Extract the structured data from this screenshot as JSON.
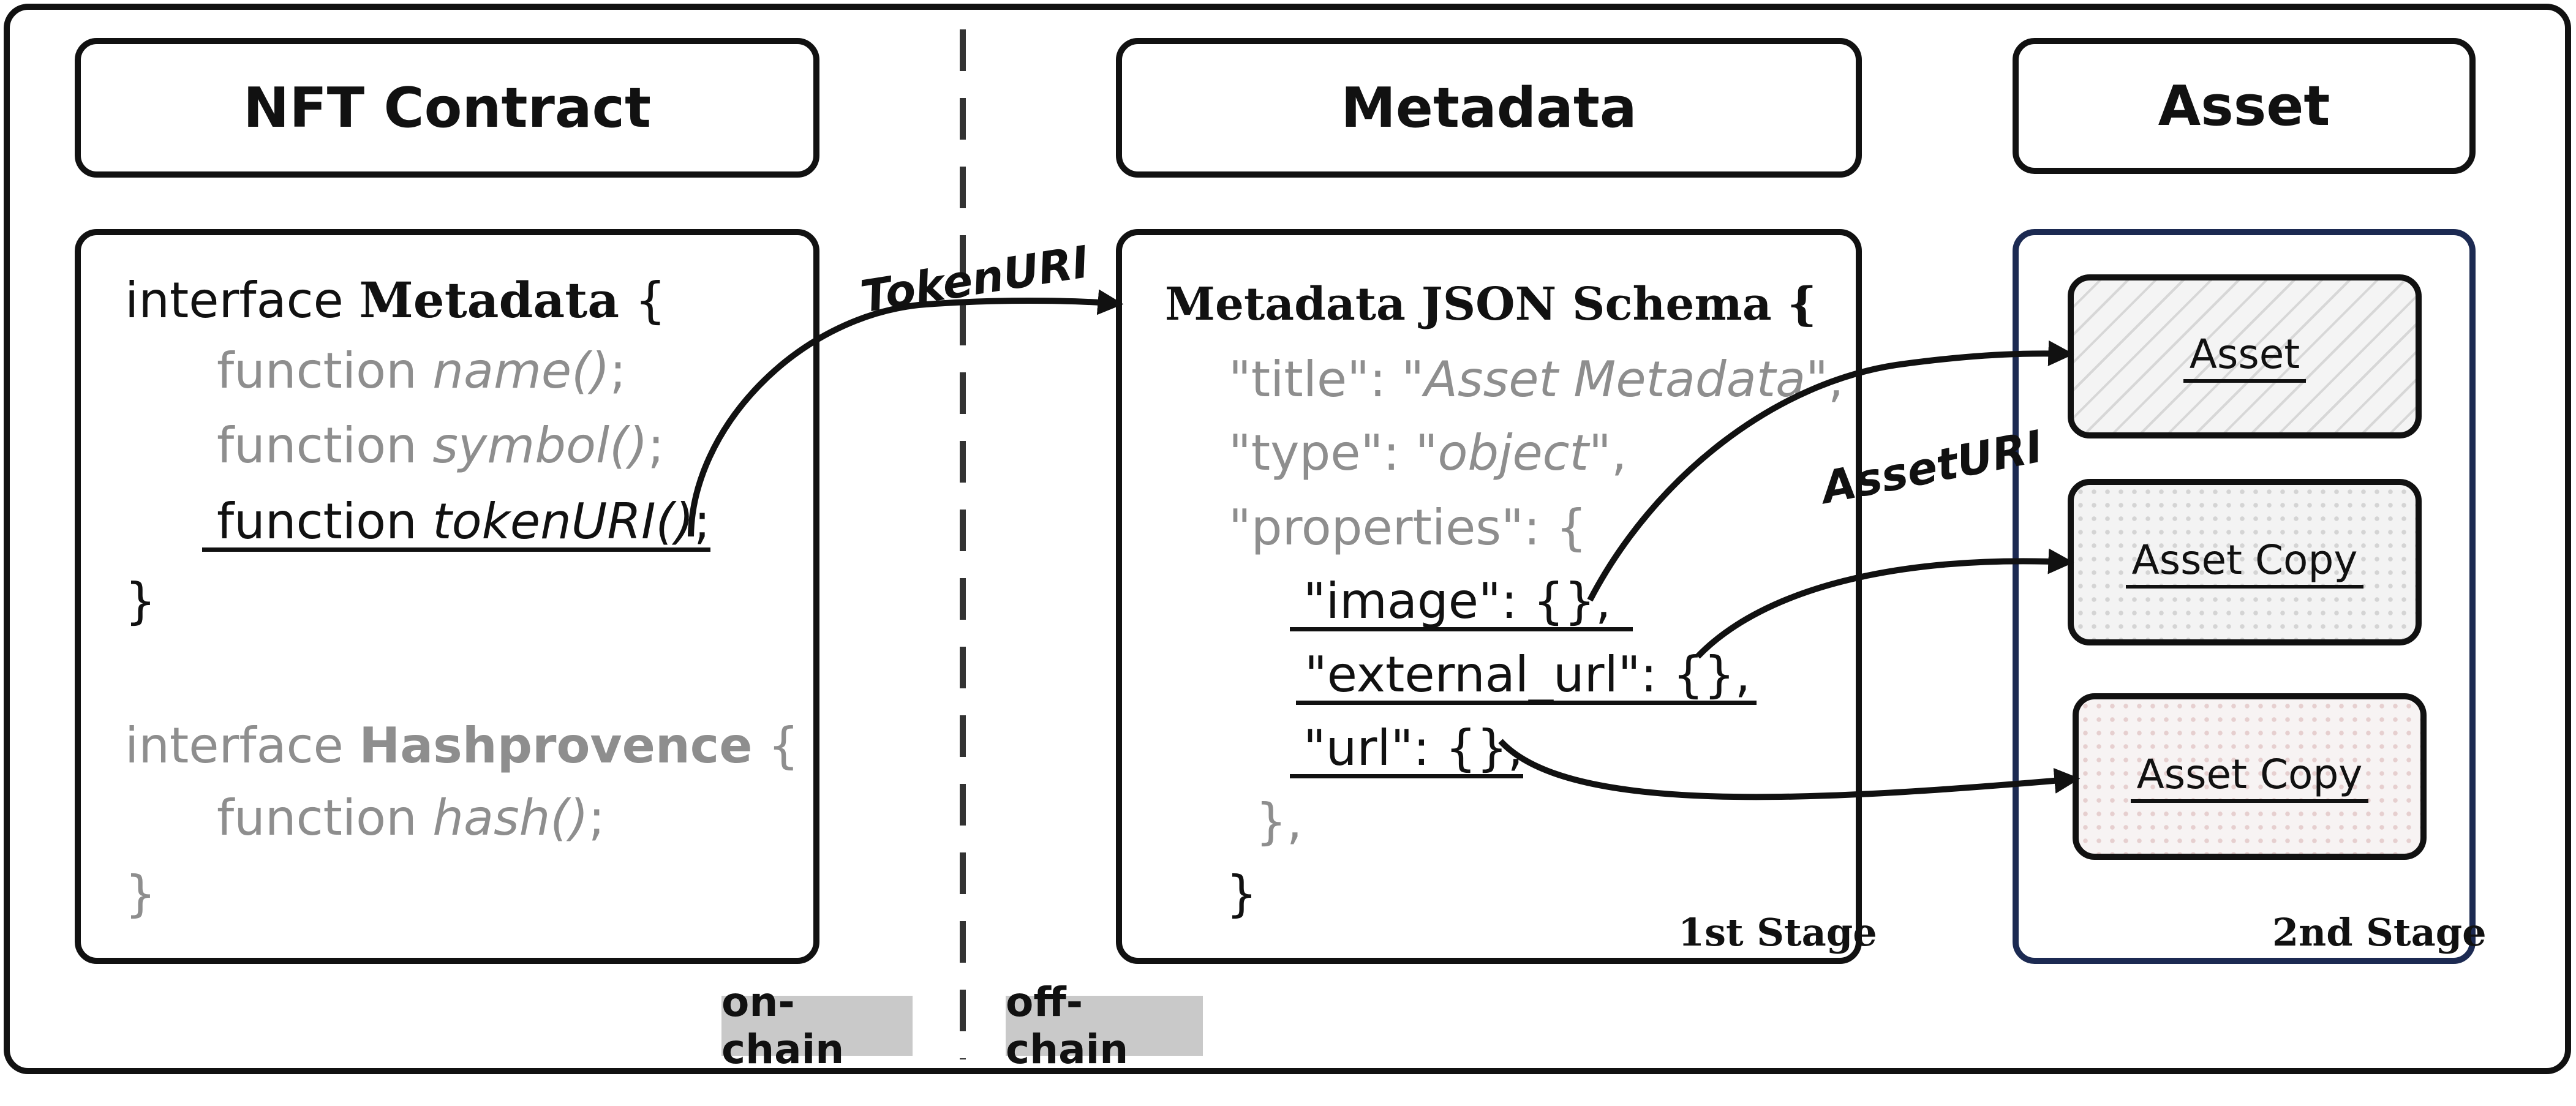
{
  "headers": {
    "nft_contract": "NFT Contract",
    "metadata": "Metadata",
    "asset": "Asset"
  },
  "contract": {
    "interface1_keyword": "interface",
    "interface1_name": "Metadata",
    "interface1_open": "{",
    "fn_keyword": "function",
    "fn_name": "name()",
    "fn_symbol": "symbol()",
    "fn_tokenuri": "tokenURI()",
    "semicolon": ";",
    "interface1_close": "}",
    "interface2_keyword": "interface",
    "interface2_name": "Hashprovence",
    "interface2_open": "{",
    "fn_hash": "hash()",
    "interface2_close": "}"
  },
  "metadata_schema": {
    "title_line": "Metadata JSON Schema {",
    "title_key": "\"title\": ",
    "title_val": "\"Asset Metadata\"",
    "type_key": "\"type\": ",
    "type_val": "\"object\"",
    "comma": ",",
    "properties_line": "\"properties\": {",
    "image_line": "\"image\": {},",
    "external_url_line": "\"external_url\": {},",
    "url_line": "\"url\": {},",
    "inner_close": "},",
    "outer_close": "}",
    "stage": "1st Stage"
  },
  "assets": {
    "asset": "Asset",
    "copy1": "Asset Copy",
    "copy2": "Asset Copy",
    "stage": "2nd Stage"
  },
  "edges": {
    "token_uri": "TokenURI",
    "asset_uri": "AssetURI"
  },
  "tags": {
    "on_chain": "on-chain",
    "off_chain": "off-chain"
  }
}
